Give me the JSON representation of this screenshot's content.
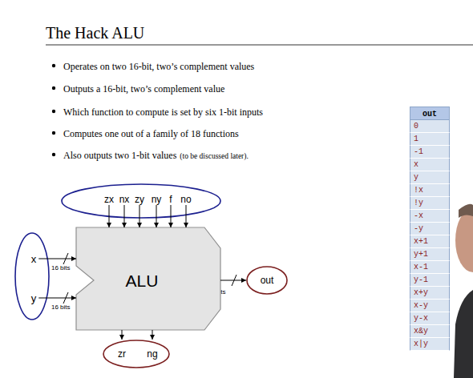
{
  "diagram": {
    "title": "The Hack ALU",
    "nodes": [
      {
        "text": [
          "zx",
          "nx",
          "zy",
          "ny",
          "f",
          "no"
        ]
      },
      {
        "text": [
          "x",
          "y"
        ]
      },
      {
        "text": [
          "ALU"
        ]
      },
      {
        "text": [
          "out"
        ]
      },
      {
        "text": [
          "zr",
          "ng"
        ]
      }
    ],
    "edges": [
      {
        "from": 0,
        "to": 2,
        "arrow": "to"
      },
      {
        "from": 1,
        "to": 2,
        "arrow": "to"
      },
      {
        "from": 2,
        "to": 3,
        "arrow": "to"
      },
      {
        "from": 2,
        "to": 4,
        "arrow": "to"
      }
    ],
    "labels": [
      "Operates on two 16-bit, two’s complement values",
      "Outputs a 16-bit, two’s complement value",
      "Which function to compute is set by six 1-bit inputs",
      "Computes one out of a family of 18 functions",
      "Also outputs two 1-bit values",
      "(to be discussed later).",
      "16 bits",
      "16 bits",
      "16 bits",
      "out",
      "0",
      "1",
      "-1",
      "x",
      "y",
      "!x",
      "!y",
      "-x",
      "-y",
      "x+1",
      "y+1",
      "x-1",
      "y-1",
      "x+y",
      "x-y",
      "y-x",
      "x&y",
      "x|y"
    ]
  }
}
